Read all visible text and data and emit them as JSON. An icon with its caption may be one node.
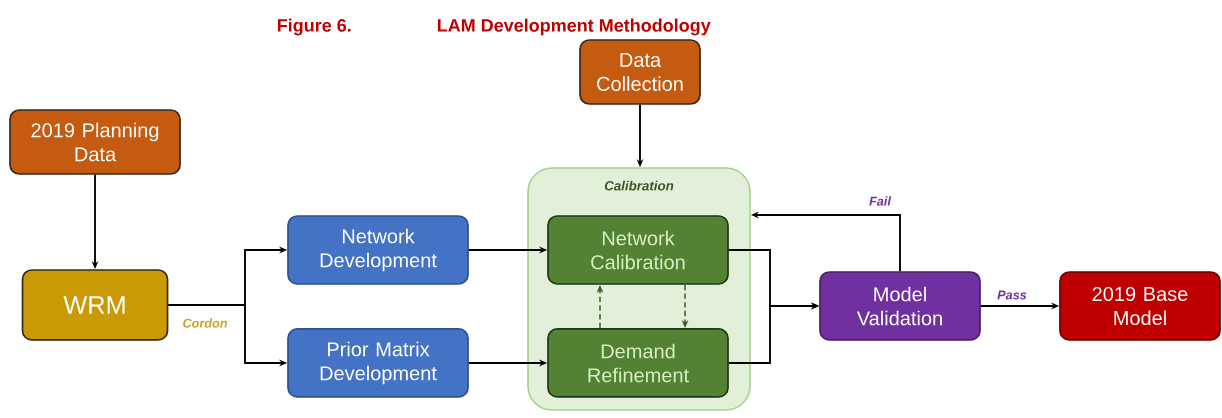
{
  "diagram": {
    "title": "LAM Development Methodology",
    "nodes": [
      {
        "text": [
          "Data Collection"
        ]
      },
      {
        "text": [
          "2019 Planning Data"
        ]
      },
      {
        "text": [
          "WRM"
        ]
      },
      {
        "text": [
          "Calibration"
        ]
      },
      {
        "text": [
          "Network Development"
        ]
      },
      {
        "text": [
          "Prior Matrix Development"
        ]
      },
      {
        "text": [
          "Network Calibration"
        ],
        "in": 3
      },
      {
        "text": [
          "Demand Refinement"
        ],
        "in": 3
      },
      {
        "text": [
          "Model Validation"
        ]
      },
      {
        "text": [
          "2019 Base Model"
        ]
      }
    ],
    "edges": [
      {
        "from": 0,
        "to": 3,
        "arrow": "to"
      },
      {
        "from": 1,
        "to": 2,
        "arrow": "to"
      },
      {
        "from": 2,
        "to": 4,
        "arrow": "to"
      },
      {
        "from": 2,
        "to": 5,
        "arrow": "to",
        "label": "Cordon"
      },
      {
        "from": 4,
        "to": 6,
        "arrow": "to"
      },
      {
        "from": 5,
        "to": 7,
        "arrow": "to"
      },
      {
        "from": 7,
        "to": 6,
        "arrow": "to",
        "style": "dashed",
        "color": "#385723"
      },
      {
        "from": 6,
        "to": 7,
        "arrow": "to",
        "style": "dashed",
        "color": "#385723"
      },
      {
        "from": 6,
        "to": 8,
        "arrow": "to"
      },
      {
        "from": 7,
        "to": 8,
        "arrow": "to"
      },
      {
        "from": 8,
        "to": 3,
        "arrow": "to",
        "label": "Fail"
      },
      {
        "from": 8,
        "to": 9,
        "arrow": "to",
        "label": "Pass"
      }
    ],
    "labels": [
      "Figure 6."
    ]
  }
}
